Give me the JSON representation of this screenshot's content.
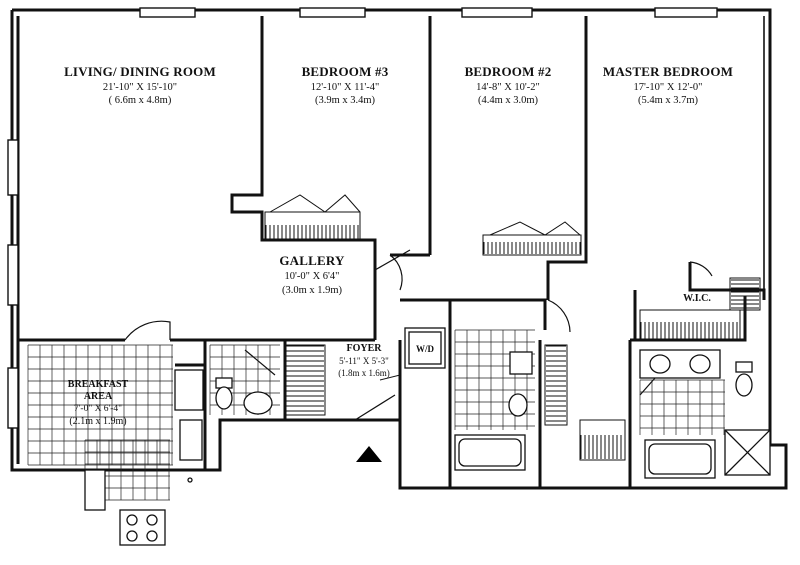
{
  "rooms": {
    "living": {
      "name": "LIVING/ DINING ROOM",
      "dim_imperial": "21'-10\" X 15'-10\"",
      "dim_metric": "( 6.6m x 4.8m)"
    },
    "bedroom3": {
      "name": "BEDROOM #3",
      "dim_imperial": "12'-10\" X 11'-4\"",
      "dim_metric": "(3.9m x 3.4m)"
    },
    "bedroom2": {
      "name": "BEDROOM #2",
      "dim_imperial": "14'-8\" X 10'-2\"",
      "dim_metric": "(4.4m x 3.0m)"
    },
    "master": {
      "name": "MASTER BEDROOM",
      "dim_imperial": "17'-10\" X 12'-0\"",
      "dim_metric": "(5.4m x 3.7m)"
    },
    "gallery": {
      "name": "GALLERY",
      "dim_imperial": "10'-0\" X 6'4\"",
      "dim_metric": "(3.0m x 1.9m)"
    },
    "foyer": {
      "name": "FOYER",
      "dim_imperial": "5'-11\" X 5'-3\"",
      "dim_metric": "(1.8m x 1.6m)"
    },
    "breakfast": {
      "name": "BREAKFAST",
      "name2": "AREA",
      "dim_imperial": "7'-0\" X 6'-4\"",
      "dim_metric": "(2.1m x 1.9m)"
    },
    "wic": {
      "name": "W.I.C."
    },
    "wd": {
      "name": "W/D"
    }
  },
  "icons": {
    "entry": "entry-arrow-icon"
  }
}
